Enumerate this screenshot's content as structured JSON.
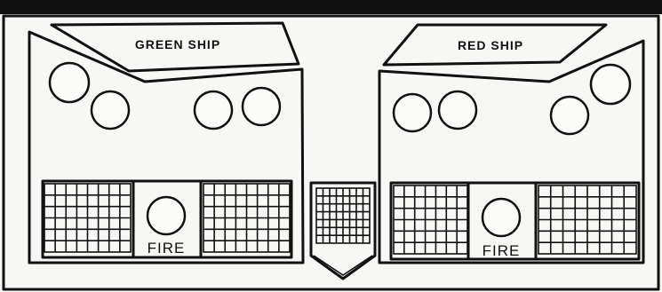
{
  "panels": {
    "green": {
      "title": "GREEN SHIP",
      "fire_label": "FIRE"
    },
    "red": {
      "title": "RED SHIP",
      "fire_label": "FIRE"
    }
  },
  "colors": {
    "ink": "#111111",
    "paper": "#f7f7f5"
  }
}
